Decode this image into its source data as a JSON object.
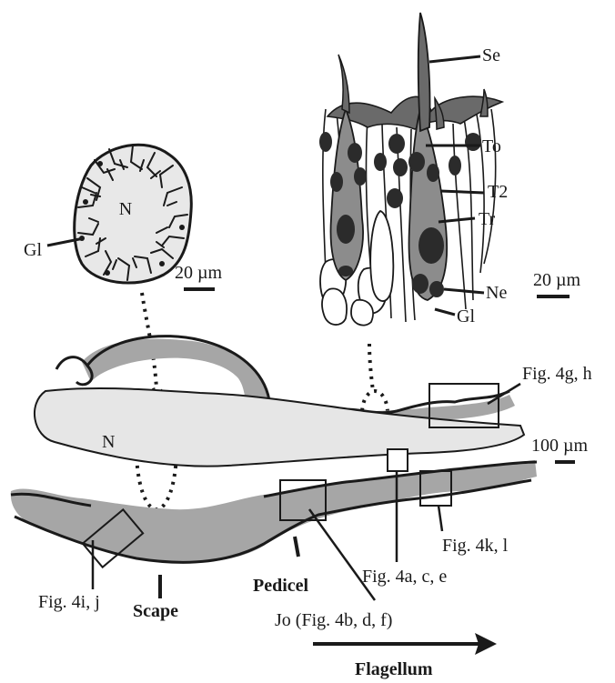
{
  "nerve_section": {
    "center_label": "N",
    "glia_label": "Gl",
    "scale_bar": "20 µm"
  },
  "sensillum_detail": {
    "labels": [
      "Se",
      "To",
      "T2",
      "Tr",
      "Ne",
      "Gl"
    ],
    "scale_bar": "20 µm"
  },
  "antenna": {
    "nerve_label": "N",
    "scale_bar": "100 µm",
    "figure_refs": [
      "Fig. 4g, h",
      "Fig. 4k, l",
      "Fig. 4a, c, e",
      "Fig. 4i, j",
      "Jo (Fig. 4b, d, f)"
    ],
    "segments": [
      "Scape",
      "Pedicel",
      "Flagellum"
    ]
  },
  "colors": {
    "cuticle_gray": "#a6a6a6",
    "nerve_fill": "#e6e6e6",
    "cell_gray": "#8c8c8c",
    "nucleus_dark": "#2b2b2b"
  }
}
